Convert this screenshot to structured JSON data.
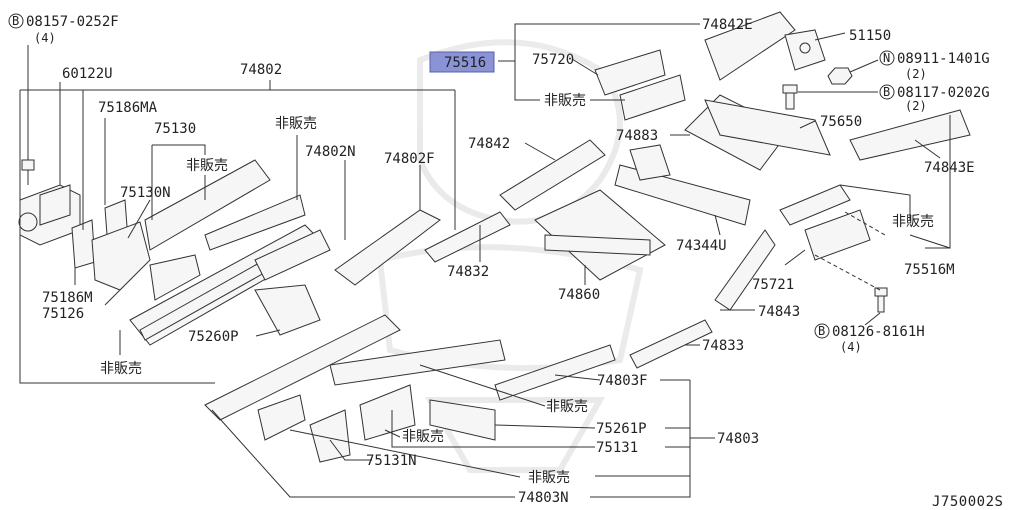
{
  "diagram_id": "J750002S",
  "labels": {
    "b_08157": "08157-0252F",
    "b_08157_qty": "(4)",
    "p60122U": "60122U",
    "p74802": "74802",
    "p75186MA": "75186MA",
    "p75130": "75130",
    "hibai_1": "非販売",
    "p75130N": "75130N",
    "hibai_2": "非販売",
    "p74802N": "74802N",
    "p74802F": "74802F",
    "p75186M": "75186M",
    "p75126": "75126",
    "p75260P": "75260P",
    "hibai_3": "非販売",
    "p75516": "75516",
    "p74842E": "74842E",
    "p75720": "75720",
    "hibai_4": "非販売",
    "p51150": "51150",
    "n_08911": "08911-1401G",
    "n_08911_qty": "(2)",
    "b_08117": "08117-0202G",
    "b_08117_qty": "(2)",
    "p74842": "74842",
    "p74883": "74883",
    "p75650": "75650",
    "p74843E": "74843E",
    "p74832": "74832",
    "p74860": "74860",
    "p74344U": "74344U",
    "hibai_5": "非販売",
    "p75516M": "75516M",
    "p75721": "75721",
    "p74843": "74843",
    "b_08126": "08126-8161H",
    "b_08126_qty": "(4)",
    "p74833": "74833",
    "p74803F": "74803F",
    "hibai_6": "非販売",
    "p75261P": "75261P",
    "p74803": "74803",
    "hibai_7": "非販売",
    "p75131": "75131",
    "p75131N": "75131N",
    "hibai_8": "非販売",
    "p74803N": "74803N"
  },
  "symbols": {
    "bolt": "B",
    "nut": "N"
  },
  "colors": {
    "highlight": "#8a93d6",
    "line": "#333333"
  }
}
